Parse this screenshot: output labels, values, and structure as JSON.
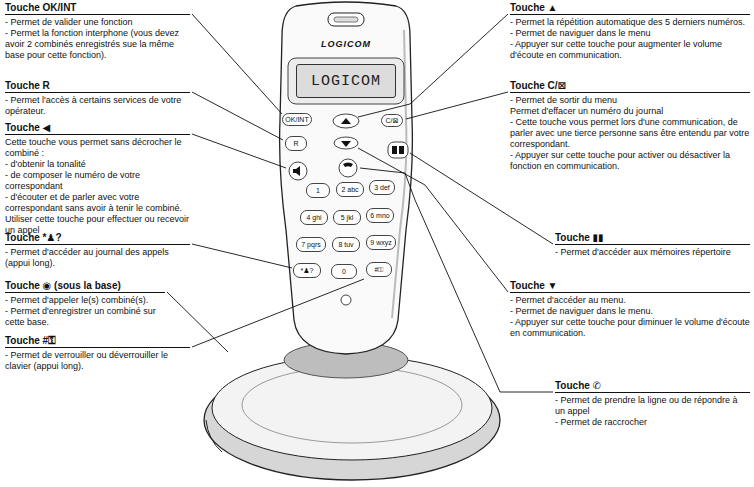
{
  "diagram": {
    "nodes": [
      {
        "text": [
          "LOGICOM"
        ]
      },
      {
        "text": [
          "OK/INT"
        ]
      },
      {
        "text": [
          "C/⊠"
        ]
      },
      {
        "text": [
          "R"
        ]
      },
      {
        "text": [
          "1"
        ]
      },
      {
        "text": [
          "2 abc"
        ]
      },
      {
        "text": [
          "3 def"
        ]
      },
      {
        "text": [
          "4 ghi"
        ]
      },
      {
        "text": [
          "5 jkl"
        ]
      },
      {
        "text": [
          "6 mno"
        ]
      },
      {
        "text": [
          "7 pqrs"
        ]
      },
      {
        "text": [
          "8 tuv"
        ]
      },
      {
        "text": [
          "9 wxyz"
        ]
      },
      {
        "text": [
          "*♟?"
        ]
      },
      {
        "text": [
          "0"
        ]
      },
      {
        "text": [
          "#⚿"
        ]
      }
    ],
    "labels": [
      "Touche OK/INT",
      "- Permet de valider une fonction",
      "- Permet la fonction interphone (vous devez avoir 2 combinés enregistrés sue la même base pour cette fonction).",
      "Touche R",
      "- Permet l'accès à certains services de votre opérateur.",
      "Touche ◀",
      "Cette touche vous permet sans décrocher le combiné :",
      "- d'obtenir la tonalité",
      "- de composer le numéro de votre correspondant",
      "- d'écouter et de parler avec votre correspondant sans avoir à tenir le combiné.",
      "Utiliser cette touche pour effectuer ou recevoir un appel",
      "Touche *♟?",
      "- Permet d'accéder au journal des appels (appui long).",
      "Touche ◉ (sous la base)",
      "- Permet d'appeler le(s) combiné(s).",
      "- Permet d'enregistrer un combiné sur cette base.",
      "Touche #⚿",
      "- Permet de verrouiller ou déverrouiller le clavier (appui long).",
      "Touche ▲",
      "- Permet la répétition automatique des 5 derniers numéros.",
      "- Permet de naviguer dans le menu",
      "- Appuyer sur cette touche pour augmenter le volume d'écoute en communication.",
      "Touche C/⊠",
      "- Permet de sortir du menu",
      "Permet d'effacer un numéro du journal",
      "- Cette touche vous permet lors d'une communication, de parler avec une tierce personne sans être entendu par votre correspondant.",
      "- Appuyer sur cette touche pour activer ou désactiver la fonction en communication.",
      "Touche ▮▮",
      "- Permet d'accéder aux mémoires répertoire",
      "Touche ▼",
      "- Permet d'accéder au menu.",
      "- Permet de naviguer dans le menu.",
      "- Appuyer sur cette touche pour diminuer le volume d'écoute en communication.",
      "Touche ✆",
      "- Permet de prendre la ligne ou de répondre à un appel",
      "- Permet de raccrocher",
      "LOGICOM"
    ]
  }
}
